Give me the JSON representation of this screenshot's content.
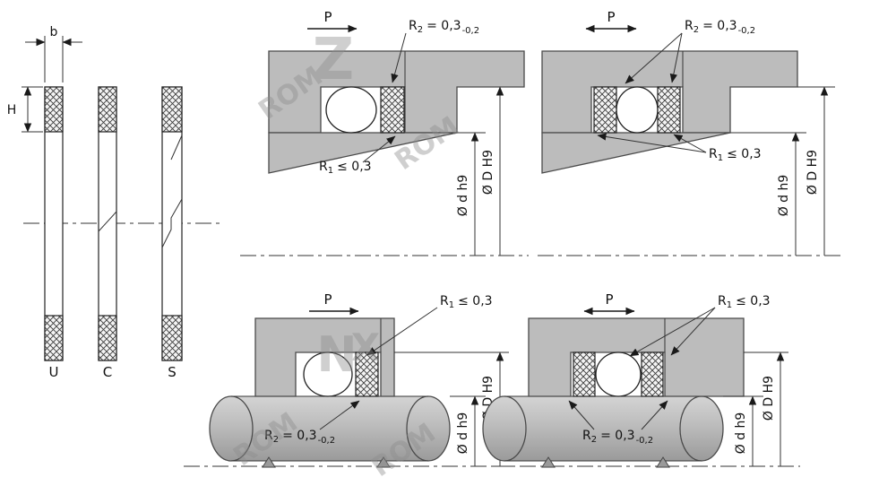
{
  "rings": {
    "dim_b": "b",
    "dim_h": "H",
    "labels": [
      "U",
      "C",
      "S"
    ]
  },
  "labels": {
    "p": "P",
    "r2": {
      "name": "R",
      "sub": "2",
      "value": "= 0,3",
      "tol": "-0,2"
    },
    "r1": {
      "name": "R",
      "sub": "1",
      "value": "≤ 0,3"
    },
    "dia_d": "Ø d h9",
    "dia_D": "Ø D H9"
  },
  "watermark": {
    "pieces": [
      {
        "t": "Z"
      },
      {
        "t": "ROM"
      },
      {
        "t": "ROM"
      },
      {
        "t": "N"
      },
      {
        "t": "X"
      },
      {
        "t": "ROM"
      },
      {
        "t": "ROM"
      }
    ]
  },
  "colors": {
    "metal": "#bcbcbc",
    "metal_light": "#d4d4d4",
    "metal_dark": "#9a9a9a",
    "line": "#333333"
  }
}
